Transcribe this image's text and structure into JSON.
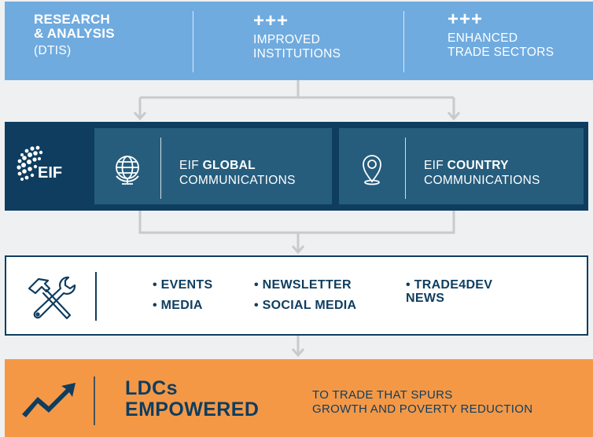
{
  "top": {
    "research": {
      "title": "RESEARCH\n& ANALYSIS",
      "subtitle": "(DTIS)"
    },
    "institutions": {
      "plus": "+++",
      "label": "IMPROVED\nINSTITUTIONS"
    },
    "sectors": {
      "plus": "+++",
      "label": "ENHANCED\nTRADE SECTORS"
    }
  },
  "eif": {
    "logo_text": "EIF",
    "global": {
      "prefix": "EIF ",
      "bold": "GLOBAL",
      "suffix": "COMMUNICATIONS",
      "icon": "globe-icon"
    },
    "country": {
      "prefix": "EIF ",
      "bold": "COUNTRY",
      "suffix": "COMMUNICATIONS",
      "icon": "location-pin-icon"
    }
  },
  "activities": {
    "icon": "tools-icon",
    "items": [
      "• EVENTS",
      "• MEDIA",
      "• NEWSLETTER",
      "• SOCIAL MEDIA",
      "• TRADE4DEV\n  NEWS"
    ]
  },
  "outcome": {
    "icon": "trend-up-icon",
    "title": "LDCs\nEMPOWERED",
    "subtitle": "TO TRADE THAT SPURS\nGROWTH AND POVERTY REDUCTION"
  },
  "colors": {
    "top_band": "#6fabdf",
    "eif_band": "#0e3d5f",
    "eif_box": "#265d7d",
    "outcome_band": "#f49846",
    "connector": "#c9cacc"
  }
}
